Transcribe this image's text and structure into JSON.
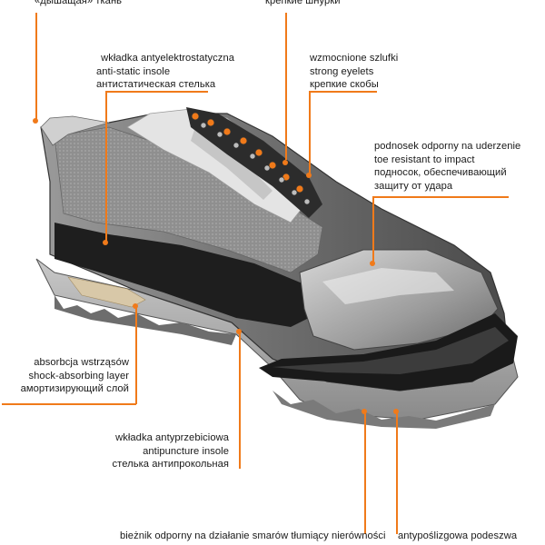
{
  "colors": {
    "accent": "#f07a1a",
    "text": "#1a1a1a",
    "background": "#ffffff"
  },
  "image": {
    "subject": "shoe-cutaway-illustration"
  },
  "labels": {
    "breathable": {
      "ru": "«дышащая» ткань"
    },
    "laces": {
      "ru": "крепкие шнурки"
    },
    "insole": {
      "pl": "wkładka antyelektrostatyczna",
      "en": "anti-static insole",
      "ru": "антистатическая стелька"
    },
    "eyelets": {
      "pl": "wzmocnione szlufki",
      "en": "strong eyelets",
      "ru": "крепкие скобы"
    },
    "toecap": {
      "pl": "podnosek odporny na uderzenie",
      "en": "toe resistant to impact",
      "ru1": "подносок, обеспечивающий",
      "ru2": "защиту от удара"
    },
    "shock": {
      "pl": "absorbcja wstrząsów",
      "en": "shock-absorbing layer",
      "ru": "амортизирующий слой"
    },
    "antipuncture": {
      "pl": "wkładka antyprzebiciowa",
      "en": "antipuncture insole",
      "ru": "стелька антипрокольная"
    },
    "tread": {
      "pl": "bieżnik odporny na działanie smarów tłumiący nierówności"
    },
    "sole": {
      "pl": "antypoślizgowa podeszwa"
    }
  }
}
